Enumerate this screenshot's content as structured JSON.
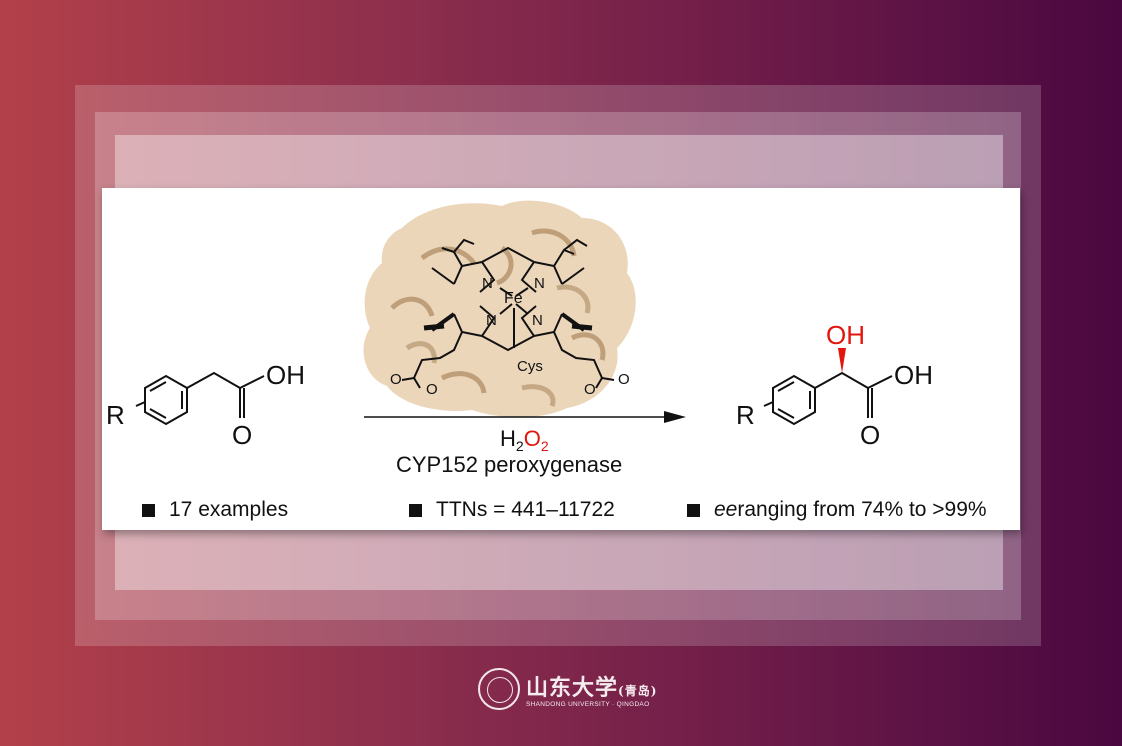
{
  "reactant": {
    "r_label": "R",
    "oh_label": "OH",
    "o_label": "O"
  },
  "catalyst": {
    "fe_label": "Fe",
    "n_label": "N",
    "cys_label": "Cys",
    "carboxylate_o_label": "O"
  },
  "arrow": {
    "oxidant_h": "H",
    "oxidant_sub2": "2",
    "oxidant_o": "O",
    "oxidant_sub2b": "2",
    "enzyme_label": "CYP152 peroxygenase"
  },
  "product": {
    "r_label": "R",
    "oh_top_label": "OH",
    "oh_label": "OH",
    "o_label": "O"
  },
  "bullets": {
    "examples": "17 examples",
    "ttns": "TTNs = 441–11722",
    "ee_prefix": "ee",
    "ee_rest": " ranging from 74% to >99%"
  },
  "logo": {
    "cn_name": "山东大学",
    "cn_suffix": "(青岛)",
    "en_name": "SHANDONG UNIVERSITY · QINGDAO"
  },
  "colors": {
    "oxygen_red": "#e3150f",
    "protein_tan": "#d9b98f",
    "text": "#111111"
  }
}
